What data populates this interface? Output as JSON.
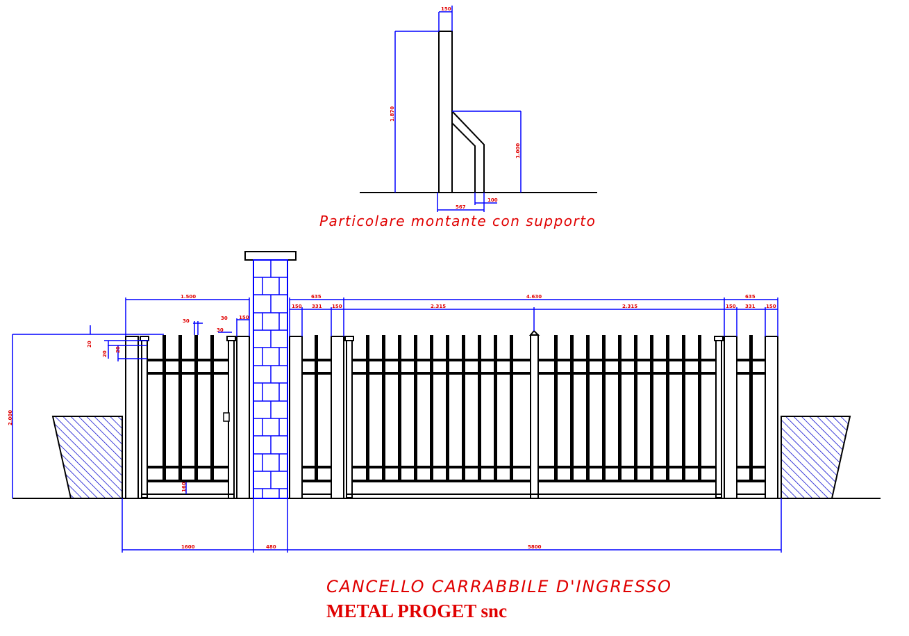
{
  "detail": {
    "caption": "Particolare montante con supporto",
    "dims": {
      "top": "150",
      "height_post": "1.870",
      "height_support": "1.000",
      "base": "567",
      "foot": "100"
    }
  },
  "gate": {
    "caption": "CANCELLO CARRABBILE D'INGRESSO",
    "company": "METAL PROGET snc",
    "dims": {
      "pedestrian_width": "1.500",
      "side_left_total": "635",
      "driveway_total": "4.630",
      "side_right_total": "635",
      "post_150": "150",
      "panel_331": "331",
      "leaf_left": "2.315",
      "leaf_right": "2.315",
      "bar_30_a": "30",
      "bar_30_b": "30",
      "dim_150_pedestrian": "150",
      "left_20_a": "20",
      "left_20_b": "20",
      "left_20_c": "20",
      "overall_height": "2.000",
      "bottom_gap": "160",
      "base_left": "1600",
      "base_pillar": "480",
      "base_right": "5800"
    }
  },
  "colors": {
    "outline": "#000000",
    "dimension": "#0000ff",
    "text": "#e00000",
    "hatch": "#0000cc"
  }
}
